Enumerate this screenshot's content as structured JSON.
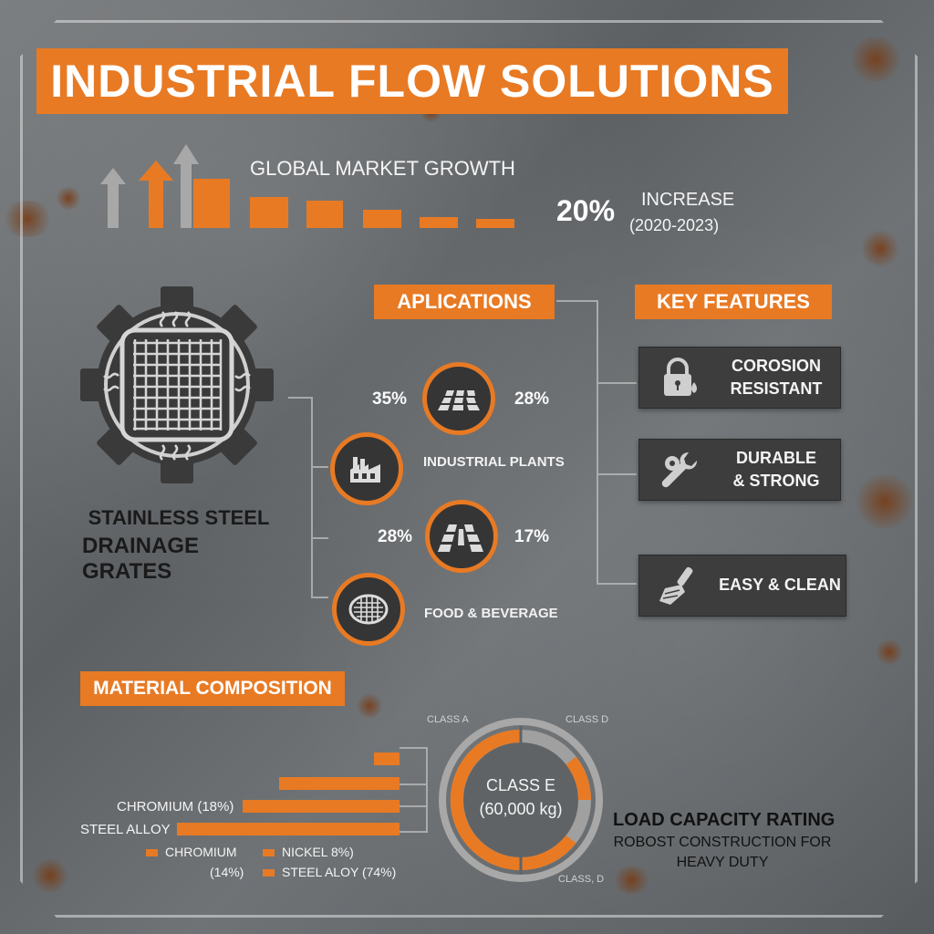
{
  "title": "INDUSTRIAL FLOW SOLUTIONS",
  "market": {
    "heading": "GLOBAL MARKET GROWTH",
    "value": "20%",
    "label": "INCREASE",
    "period": "(2020-2023)"
  },
  "product": {
    "line1": "STAINLESS STEEL",
    "line2": "DRAINAGE GRATES"
  },
  "applications": {
    "heading": "APLICATIONS",
    "items": [
      {
        "icon": "floor-tiles-icon",
        "left_pct": "35%",
        "right_pct": "28%",
        "label": ""
      },
      {
        "icon": "factory-icon",
        "left_pct": "",
        "right_pct": "",
        "label": "INDUSTRIAL PLANTS"
      },
      {
        "icon": "pavement-icon",
        "left_pct": "28%",
        "right_pct": "17%",
        "label": ""
      },
      {
        "icon": "drain-cover-icon",
        "left_pct": "",
        "right_pct": "",
        "label": "FOOD & BEVERAGE"
      }
    ]
  },
  "features": {
    "heading": "KEY FEATURES",
    "items": [
      {
        "icon": "lock-droplet-icon",
        "line1": "COROSION",
        "line2": "RESISTANT"
      },
      {
        "icon": "wrench-icon",
        "line1": "DURABLE",
        "line2": "& STRONG"
      },
      {
        "icon": "brush-icon",
        "line1": "EASY & CLEAN",
        "line2": ""
      }
    ]
  },
  "material": {
    "heading": "MATERIAL COMPOSITION",
    "bar_labels": [
      "",
      "",
      "CHROMIUM (18%)",
      "STEEL ALLOY"
    ],
    "legend": {
      "chromium": "CHROMIUM",
      "chromium_pct": "(14%)",
      "nickel": "NICKEL 8%)",
      "steel": "STEEL ALOY (74%)"
    }
  },
  "load": {
    "class_a": "CLASS A",
    "class_d_top": "CLASS D",
    "class_d_bottom": "CLASS, D",
    "center_line1": "CLASS E",
    "center_line2": "(60,000 kg)",
    "heading": "LOAD CAPACITY RATING",
    "sub1": "ROBOST CONSTRUCTION FOR",
    "sub2": "HEAVY DUTY"
  },
  "colors": {
    "accent": "#e87a24",
    "panel": "#3d3d3d",
    "background": "#666a6d"
  }
}
